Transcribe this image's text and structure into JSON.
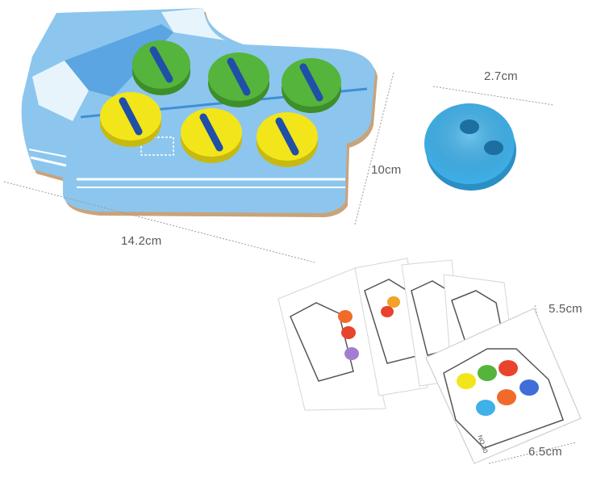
{
  "dimensions": {
    "board_width": "14.2cm",
    "board_height": "10cm",
    "button_diameter": "2.7cm",
    "card_height": "5.5cm",
    "card_width": "6.5cm"
  },
  "card_number": "NO.30",
  "colors": {
    "board_blue": "#8cc6ee",
    "board_dark_blue": "#3f8fd6",
    "button_green": "#55b43b",
    "button_yellow": "#f2e51a",
    "loose_button": "#3fb0e8",
    "lace": "#1f4fa8"
  }
}
